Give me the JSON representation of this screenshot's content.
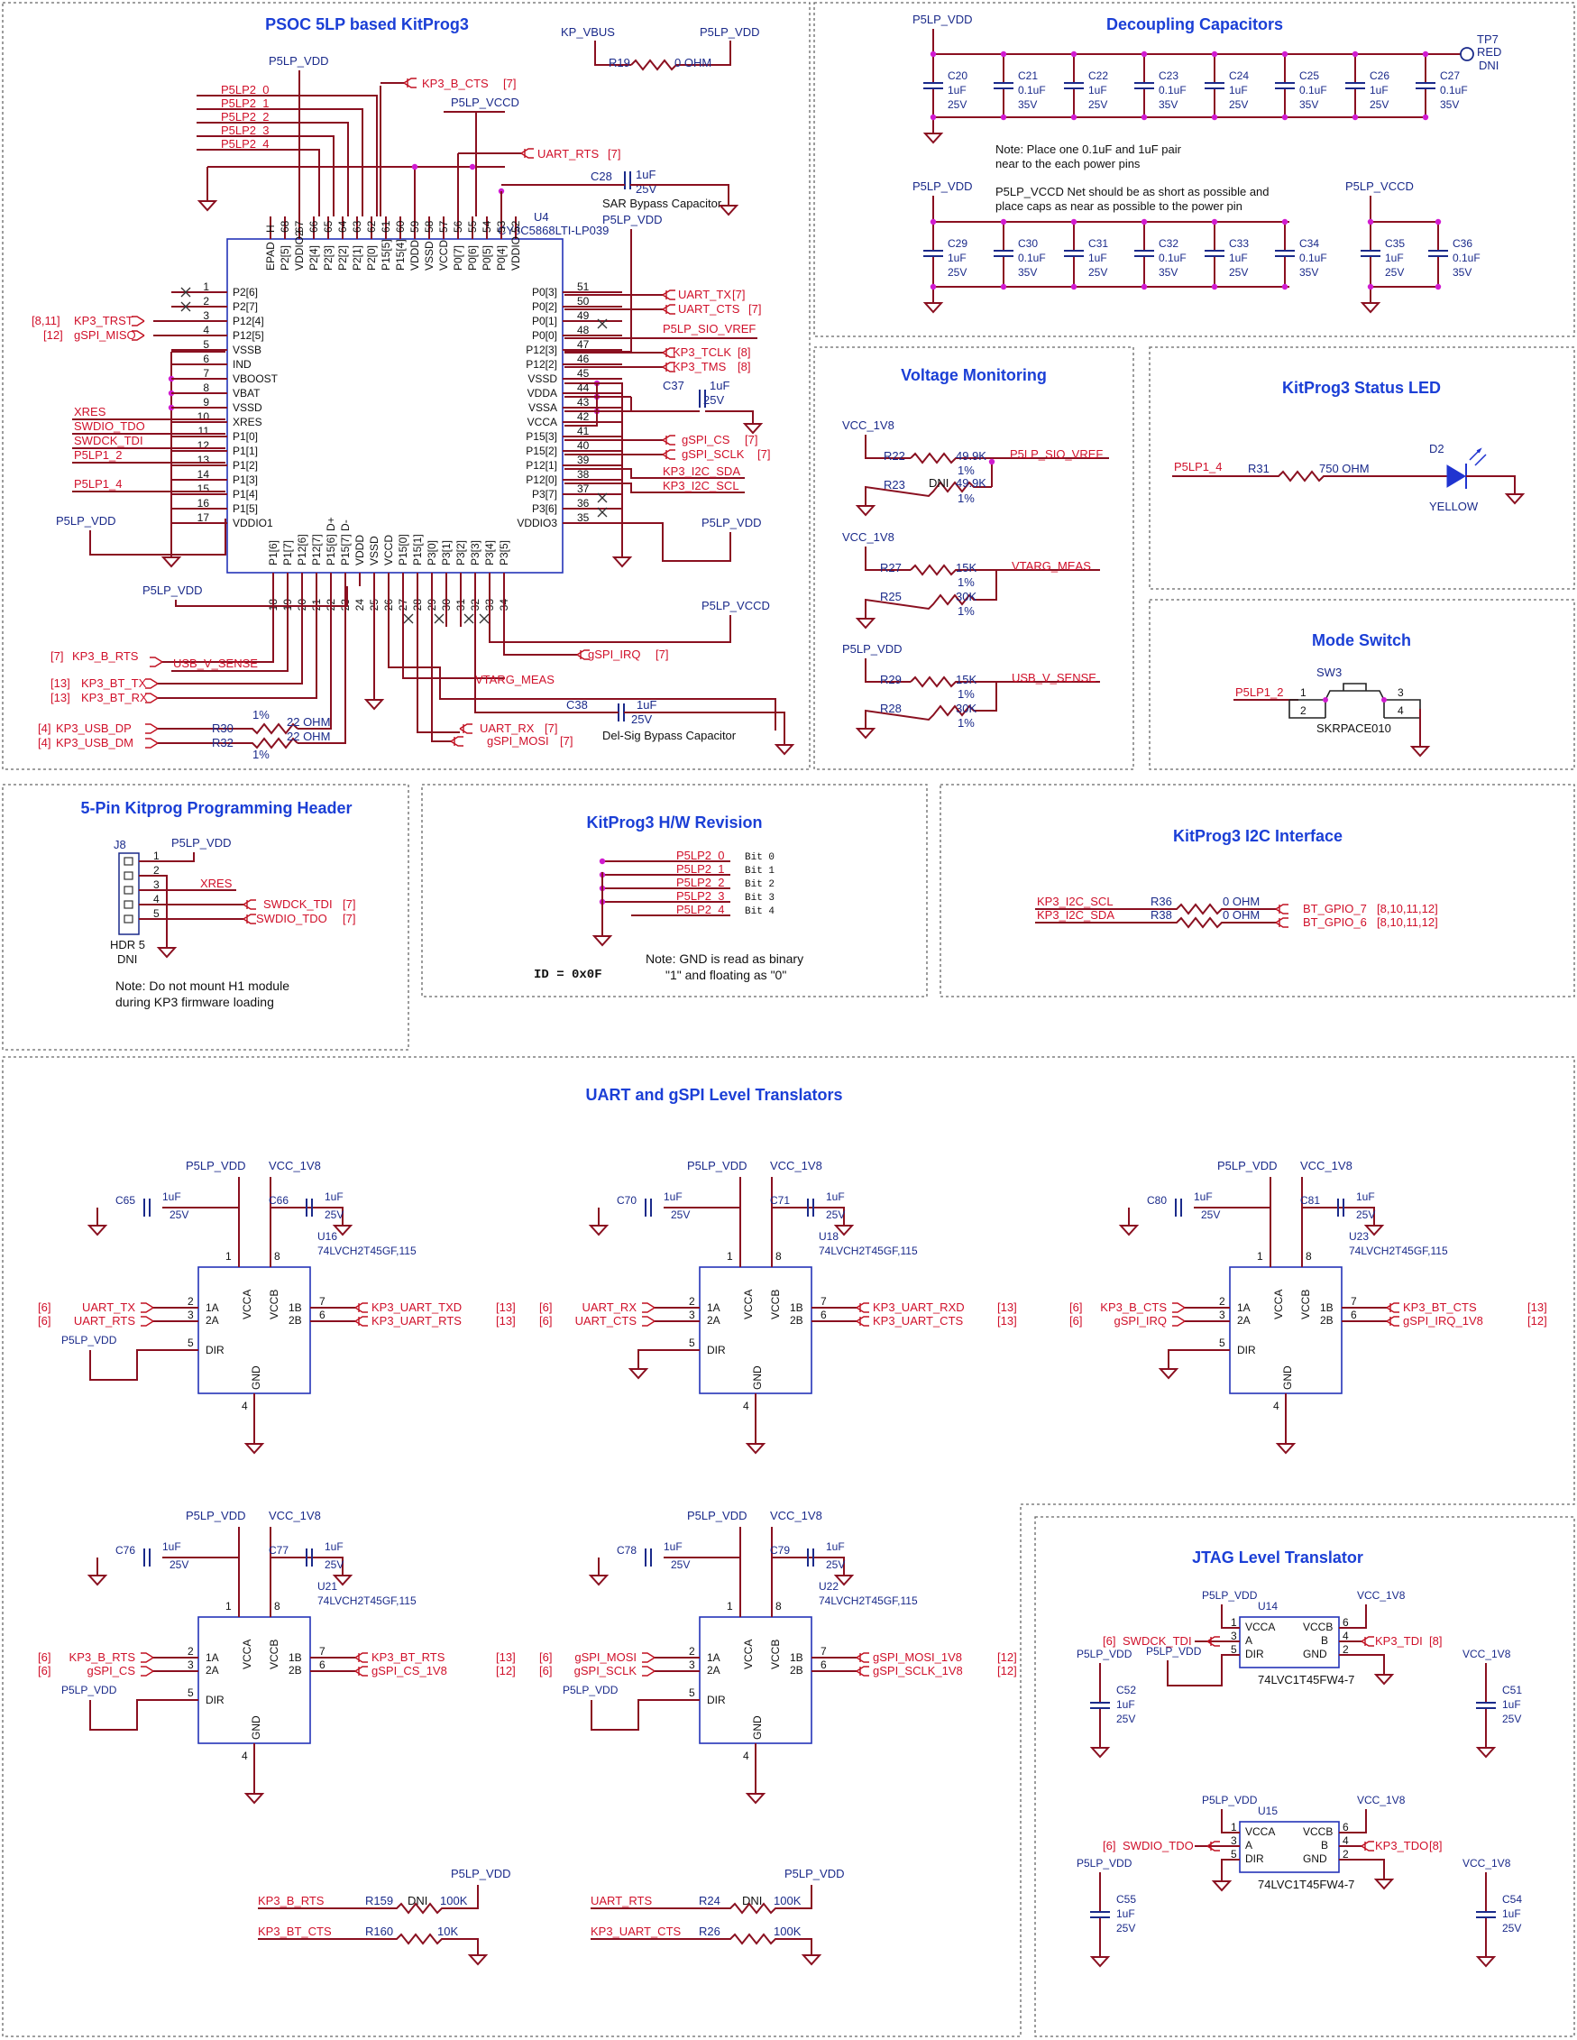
{
  "panels": {
    "psoc": {
      "title": "PSOC 5LP based KitProg3",
      "u4_ref": "U4",
      "u4_part": "CY8C5868LTI-LP039",
      "top_pin_names": [
        "EPAD",
        "P2[5]",
        "VDDIO2",
        "P2[4]",
        "P2[3]",
        "P2[2]",
        "P2[1]",
        "P2[0]",
        "P15[5]",
        "P15[4]",
        "VDDD",
        "VSSD",
        "VCCD",
        "P0[7]",
        "P0[6]",
        "P0[5]",
        "P0[4]",
        "VDDIO"
      ],
      "top_pin_nums": [
        "H",
        "68",
        "67",
        "66",
        "65",
        "64",
        "63",
        "62",
        "61",
        "60",
        "59",
        "58",
        "57",
        "56",
        "55",
        "54",
        "53",
        "52"
      ],
      "left_pins": [
        {
          "n": "1",
          "name": "P2[6]"
        },
        {
          "n": "2",
          "name": "P2[7]"
        },
        {
          "n": "3",
          "name": "P12[4]"
        },
        {
          "n": "4",
          "name": "P12[5]"
        },
        {
          "n": "5",
          "name": "VSSB"
        },
        {
          "n": "6",
          "name": "IND"
        },
        {
          "n": "7",
          "name": "VBOOST"
        },
        {
          "n": "8",
          "name": "VBAT"
        },
        {
          "n": "9",
          "name": "VSSD"
        },
        {
          "n": "10",
          "name": "XRES"
        },
        {
          "n": "11",
          "name": "P1[0]"
        },
        {
          "n": "12",
          "name": "P1[1]"
        },
        {
          "n": "13",
          "name": "P1[2]"
        },
        {
          "n": "14",
          "name": "P1[3]"
        },
        {
          "n": "15",
          "name": "P1[4]"
        },
        {
          "n": "16",
          "name": "P1[5]"
        },
        {
          "n": "17",
          "name": "VDDIO1"
        }
      ],
      "right_pins": [
        {
          "n": "51",
          "name": "P0[3]"
        },
        {
          "n": "50",
          "name": "P0[2]"
        },
        {
          "n": "49",
          "name": "P0[1]"
        },
        {
          "n": "48",
          "name": "P0[0]"
        },
        {
          "n": "47",
          "name": "P12[3]"
        },
        {
          "n": "46",
          "name": "P12[2]"
        },
        {
          "n": "45",
          "name": "VSSD"
        },
        {
          "n": "44",
          "name": "VDDA"
        },
        {
          "n": "43",
          "name": "VSSA"
        },
        {
          "n": "42",
          "name": "VCCA"
        },
        {
          "n": "41",
          "name": "P15[3]"
        },
        {
          "n": "40",
          "name": "P15[2]"
        },
        {
          "n": "39",
          "name": "P12[1]"
        },
        {
          "n": "38",
          "name": "P12[0]"
        },
        {
          "n": "37",
          "name": "P3[7]"
        },
        {
          "n": "36",
          "name": "P3[6]"
        },
        {
          "n": "35",
          "name": "VDDIO3"
        }
      ],
      "bottom_pin_names": [
        "P1[6]",
        "P1[7]",
        "P12[6]",
        "P12[7]",
        "P15[6] D+",
        "P15[7] D-",
        "VDDD",
        "VSSD",
        "VCCD",
        "P15[0]",
        "P15[1]",
        "P3[0]",
        "P3[1]",
        "P3[2]",
        "P3[3]",
        "P3[4]",
        "P3[5]"
      ],
      "bottom_pin_nums": [
        "18",
        "19",
        "20",
        "21",
        "22",
        "23",
        "24",
        "25",
        "26",
        "27",
        "28",
        "29",
        "30",
        "31",
        "32",
        "33",
        "34"
      ],
      "nets": {
        "p5lp_vdd": "P5LP_VDD",
        "p5lp_vccd": "P5LP_VCCD",
        "kp_vbus": "KP_VBUS",
        "p2_0": "P5LP2_0",
        "p2_1": "P5LP2_1",
        "p2_2": "P5LP2_2",
        "p2_3": "P5LP2_3",
        "p2_4": "P5LP2_4",
        "kp3_b_cts": "KP3_B_CTS",
        "uart_rts": "UART_RTS",
        "ref7": "[7]",
        "kp3_trst": "KP3_TRST",
        "gspi_miso": "gSPI_MISO",
        "ref_8_11": "[8,11]",
        "ref12": "[12]",
        "xres": "XRES",
        "swdio_tdo": "SWDIO_TDO",
        "swdck_tdi": "SWDCK_TDI",
        "p5lp1_2": "P5LP1_2",
        "p5lp1_4": "P5LP1_4",
        "uart_tx": "UART_TX",
        "uart_cts": "UART_CTS",
        "p5lp_sio_vref": "P5LP_SIO_VREF",
        "kp3_tclk": "KP3_TCLK",
        "kp3_tms": "KP3_TMS",
        "ref8": "[8]",
        "gspi_cs": "gSPI_CS",
        "gspi_sclk": "gSPI_SCLK",
        "kp3_i2c_sda": "KP3_I2C_SDA",
        "kp3_i2c_scl": "KP3_I2C_SCL",
        "kp3_b_rts": "KP3_B_RTS",
        "usb_v_sense": "USB_V_SENSE",
        "kp3_bt_tx": "KP3_BT_TX",
        "kp3_bt_rx": "KP3_BT_RX",
        "ref13": "[13]",
        "ref4": "[4]",
        "kp3_usb_dp": "KP3_USB_DP",
        "kp3_usb_dm": "KP3_USB_DM",
        "gspi_irq": "gSPI_IRQ",
        "vtarg_meas": "VTARG_MEAS",
        "uart_rx": "UART_RX",
        "gspi_mosi": "gSPI_MOSI"
      },
      "r19": "R19",
      "r19_val": "0 OHM",
      "c28": "C28",
      "c28_val": "1uF",
      "c28_v": "25V",
      "c28_label": "SAR Bypass Capacitor",
      "c37": "C37",
      "c37_val": "1uF",
      "c37_v": "25V",
      "c38": "C38",
      "c38_val": "1uF",
      "c38_v": "25V",
      "c38_label": "Del-Sig Bypass Capacitor",
      "r30": "R30",
      "r32": "R32",
      "r_usb_val": "22 OHM",
      "r_usb_tol": "1%"
    },
    "decoupling": {
      "title": "Decoupling Capacitors",
      "row1": [
        {
          "ref": "C20",
          "val": "1uF",
          "v": "25V"
        },
        {
          "ref": "C21",
          "val": "0.1uF",
          "v": "35V"
        },
        {
          "ref": "C22",
          "val": "1uF",
          "v": "25V"
        },
        {
          "ref": "C23",
          "val": "0.1uF",
          "v": "35V"
        },
        {
          "ref": "C24",
          "val": "1uF",
          "v": "25V"
        },
        {
          "ref": "C25",
          "val": "0.1uF",
          "v": "35V"
        },
        {
          "ref": "C26",
          "val": "1uF",
          "v": "25V"
        },
        {
          "ref": "C27",
          "val": "0.1uF",
          "v": "35V"
        }
      ],
      "row2": [
        {
          "ref": "C29",
          "val": "1uF",
          "v": "25V"
        },
        {
          "ref": "C30",
          "val": "0.1uF",
          "v": "35V"
        },
        {
          "ref": "C31",
          "val": "1uF",
          "v": "25V"
        },
        {
          "ref": "C32",
          "val": "0.1uF",
          "v": "35V"
        },
        {
          "ref": "C33",
          "val": "1uF",
          "v": "25V"
        },
        {
          "ref": "C34",
          "val": "0.1uF",
          "v": "35V"
        }
      ],
      "row3": [
        {
          "ref": "C35",
          "val": "1uF",
          "v": "25V"
        },
        {
          "ref": "C36",
          "val": "0.1uF",
          "v": "35V"
        }
      ],
      "vdd": "P5LP_VDD",
      "vccd": "P5LP_VCCD",
      "tp": "TP7",
      "tp_color": "RED",
      "tp_dni": "DNI",
      "note1a": "Note: Place one 0.1uF and 1uF pair",
      "note1b": "near to the each power pins",
      "note2a": "P5LP_VCCD Net should be as short as possible and",
      "note2b": "place caps as near as possible to the power pin"
    },
    "voltage": {
      "title": "Voltage Monitoring",
      "vcc1v8": "VCC_1V8",
      "vdd": "P5LP_VDD",
      "r22": "R22",
      "r22_val": "49.9K",
      "r22_tol": "1%",
      "net1": "P5LP_SIO_VREF",
      "r23": "R23",
      "r23_dni": "DNI",
      "r23_val": "49.9K",
      "r23_tol": "1%",
      "r27": "R27",
      "r27_val": "15K",
      "r27_tol": "1%",
      "net2": "VTARG_MEAS",
      "r25": "R25",
      "r25_val": "30K",
      "r25_tol": "1%",
      "r29": "R29",
      "r29_val": "15K",
      "r29_tol": "1%",
      "net3": "USB_V_SENSE",
      "r28": "R28",
      "r28_val": "30K",
      "r28_tol": "1%"
    },
    "led": {
      "title": "KitProg3 Status LED",
      "net": "P5LP1_4",
      "r": "R31",
      "r_val": "750 OHM",
      "d": "D2",
      "color": "YELLOW"
    },
    "mode": {
      "title": "Mode Switch",
      "net": "P5LP1_2",
      "sw": "SW3",
      "part": "SKRPACE010",
      "p1": "1",
      "p2": "2",
      "p3": "3",
      "p4": "4"
    },
    "header": {
      "title": "5-Pin Kitprog Programming Header",
      "ref": "J8",
      "part": "HDR 5",
      "dni": "DNI",
      "vdd": "P5LP_VDD",
      "xres": "XRES",
      "swdck": "SWDCK_TDI",
      "swdio": "SWDIO_TDO",
      "ref7": "[7]",
      "pins": [
        "1",
        "2",
        "3",
        "4",
        "5"
      ],
      "note_a": "Note: Do not mount H1 module",
      "note_b": "during KP3 firmware loading"
    },
    "hwrev": {
      "title": "KitProg3 H/W Revision",
      "nets": [
        "P5LP2_0",
        "P5LP2_1",
        "P5LP2_2",
        "P5LP2_3",
        "P5LP2_4"
      ],
      "bits": [
        "Bit 0",
        "Bit 1",
        "Bit 2",
        "Bit 3",
        "Bit 4"
      ],
      "id": "ID = 0x0F",
      "note_a": "Note: GND is read as binary",
      "note_b": "\"1\" and floating as \"0\""
    },
    "i2c": {
      "title": "KitProg3 I2C Interface",
      "scl": "KP3_I2C_SCL",
      "sda": "KP3_I2C_SDA",
      "r36": "R36",
      "r38": "R38",
      "val": "0 OHM",
      "gpio7": "BT_GPIO_7",
      "gpio6": "BT_GPIO_6",
      "refs": "[8,10,11,12]"
    },
    "uart_gspi": {
      "title": "UART and gSPI Level Translators",
      "vdd": "P5LP_VDD",
      "vcc": "VCC_1V8",
      "part": "74LVCH2T45GF,115",
      "cap_val": "1uF",
      "cap_v": "25V",
      "pin_names": {
        "vcca": "VCCA",
        "vccb": "VCCB",
        "a1": "1A",
        "a2": "2A",
        "b1": "1B",
        "b2": "2B",
        "dir": "DIR",
        "gnd": "GND"
      },
      "pin_nums": {
        "vcca": "1",
        "vccb": "8",
        "a1": "2",
        "a2": "3",
        "b1": "7",
        "b2": "6",
        "dir": "5",
        "gnd": "4"
      },
      "chips": [
        {
          "ref": "U16",
          "c_a": "C65",
          "c_b": "C66",
          "a1": "UART_TX",
          "a2": "UART_RTS",
          "a1_ref": "[6]",
          "a2_ref": "[6]",
          "b1": "KP3_UART_TXD",
          "b2": "KP3_UART_RTS",
          "b1_ref": "[13]",
          "b2_ref": "[13]",
          "dir": "P5LP_VDD"
        },
        {
          "ref": "U18",
          "c_a": "C70",
          "c_b": "C71",
          "a1": "UART_RX",
          "a2": "UART_CTS",
          "a1_ref": "[6]",
          "a2_ref": "[6]",
          "b1": "KP3_UART_RXD",
          "b2": "KP3_UART_CTS",
          "b1_ref": "[13]",
          "b2_ref": "[13]",
          "dir": ""
        },
        {
          "ref": "U23",
          "c_a": "C80",
          "c_b": "C81",
          "a1": "KP3_B_CTS",
          "a2": "gSPI_IRQ",
          "a1_ref": "[6]",
          "a2_ref": "[6]",
          "b1": "KP3_BT_CTS",
          "b2": "gSPI_IRQ_1V8",
          "b1_ref": "[13]",
          "b2_ref": "[12]",
          "dir": ""
        },
        {
          "ref": "U21",
          "c_a": "C76",
          "c_b": "C77",
          "a1": "KP3_B_RTS",
          "a2": "gSPI_CS",
          "a1_ref": "[6]",
          "a2_ref": "[6]",
          "b1": "KP3_BT_RTS",
          "b2": "gSPI_CS_1V8",
          "b1_ref": "[13]",
          "b2_ref": "[12]",
          "dir": "P5LP_VDD"
        },
        {
          "ref": "U22",
          "c_a": "C78",
          "c_b": "C79",
          "a1": "gSPI_MOSI",
          "a2": "gSPI_SCLK",
          "a1_ref": "[6]",
          "a2_ref": "[6]",
          "b1": "gSPI_MOSI_1V8",
          "b2": "gSPI_SCLK_1V8",
          "b1_ref": "[12]",
          "b2_ref": "[12]",
          "dir": "P5LP_VDD"
        }
      ],
      "pullups": [
        {
          "net": "KP3_B_RTS",
          "ref": "R159",
          "dni": "DNI",
          "val": "100K",
          "rail": "P5LP_VDD"
        },
        {
          "net": "KP3_BT_CTS",
          "ref": "R160",
          "dni": "",
          "val": "10K",
          "rail": ""
        },
        {
          "net": "UART_RTS",
          "ref": "R24",
          "dni": "DNI",
          "val": "100K",
          "rail": "P5LP_VDD"
        },
        {
          "net": "KP3_UART_CTS",
          "ref": "R26",
          "dni": "",
          "val": "100K",
          "rail": ""
        }
      ]
    },
    "jtag": {
      "title": "JTAG Level Translator",
      "part": "74LVC1T45FW4-7",
      "vdd": "P5LP_VDD",
      "vcc": "VCC_1V8",
      "u14": "U14",
      "u15": "U15",
      "pin_names": {
        "vcca": "VCCA",
        "vccb": "VCCB",
        "a": "A",
        "b": "B",
        "dir": "DIR",
        "gnd": "GND"
      },
      "pin_nums": [
        "1",
        "3",
        "5",
        "6",
        "4",
        "2"
      ],
      "t1_in": "SWDCK_TDI",
      "t1_out": "KP3_TDI",
      "t1_ref_in": "[6]",
      "t1_ref_out": "[8]",
      "t2_in": "SWDIO_TDO",
      "t2_out": "KP3_TDO",
      "t2_ref_in": "[6]",
      "t2_ref_out": "[8]",
      "caps": [
        {
          "ref": "C52",
          "val": "1uF",
          "v": "25V"
        },
        {
          "ref": "C51",
          "val": "1uF",
          "v": "25V"
        },
        {
          "ref": "C55",
          "val": "1uF",
          "v": "25V"
        },
        {
          "ref": "C54",
          "val": "1uF",
          "v": "25V"
        }
      ]
    }
  }
}
